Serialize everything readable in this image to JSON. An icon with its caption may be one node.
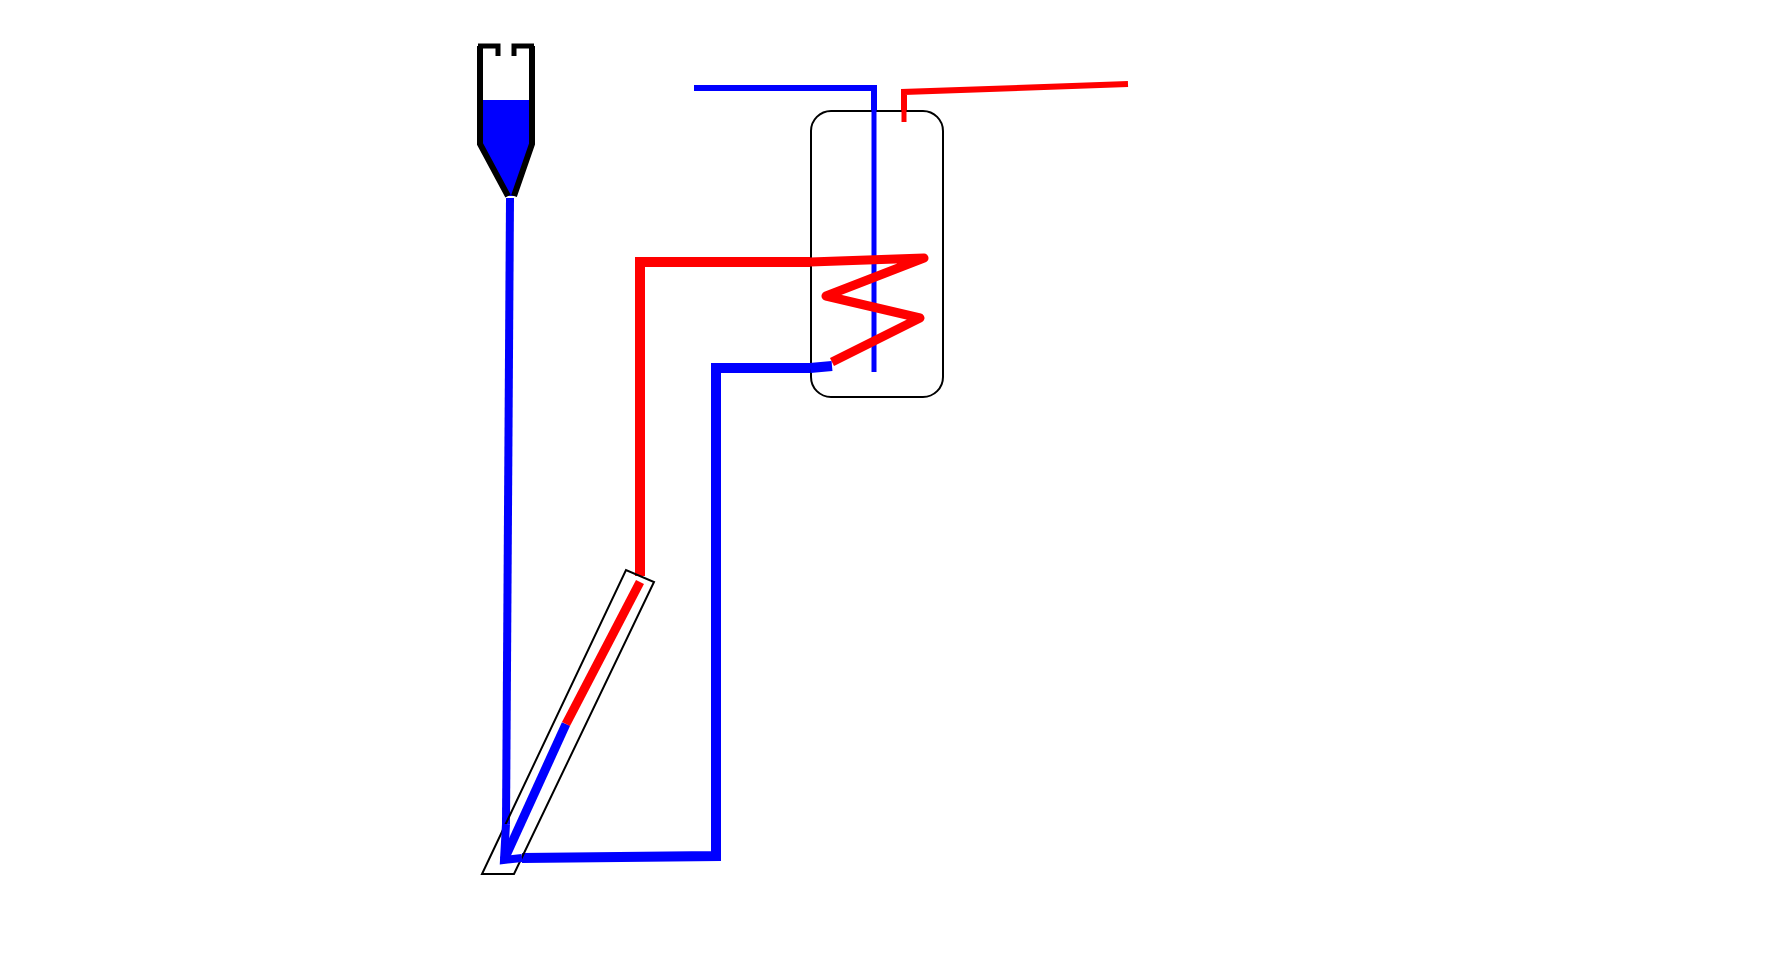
{
  "diagram": {
    "nodes": [
      {
        "text": [],
        "shape": "picture"
      },
      {
        "text": [],
        "shape": "box"
      },
      {
        "text": [],
        "shape": "box"
      }
    ],
    "edges": [
      {
        "from": 0,
        "to": 1,
        "arrow": "none"
      },
      {
        "from": 1,
        "to": 2,
        "arrow": "none",
        "color": "#ff0000"
      },
      {
        "from": 1,
        "to": 2,
        "arrow": "none"
      },
      {
        "from": null,
        "to": 2,
        "arrow": "none"
      },
      {
        "from": 2,
        "to": null,
        "arrow": "none",
        "color": "#ff0000"
      }
    ]
  }
}
